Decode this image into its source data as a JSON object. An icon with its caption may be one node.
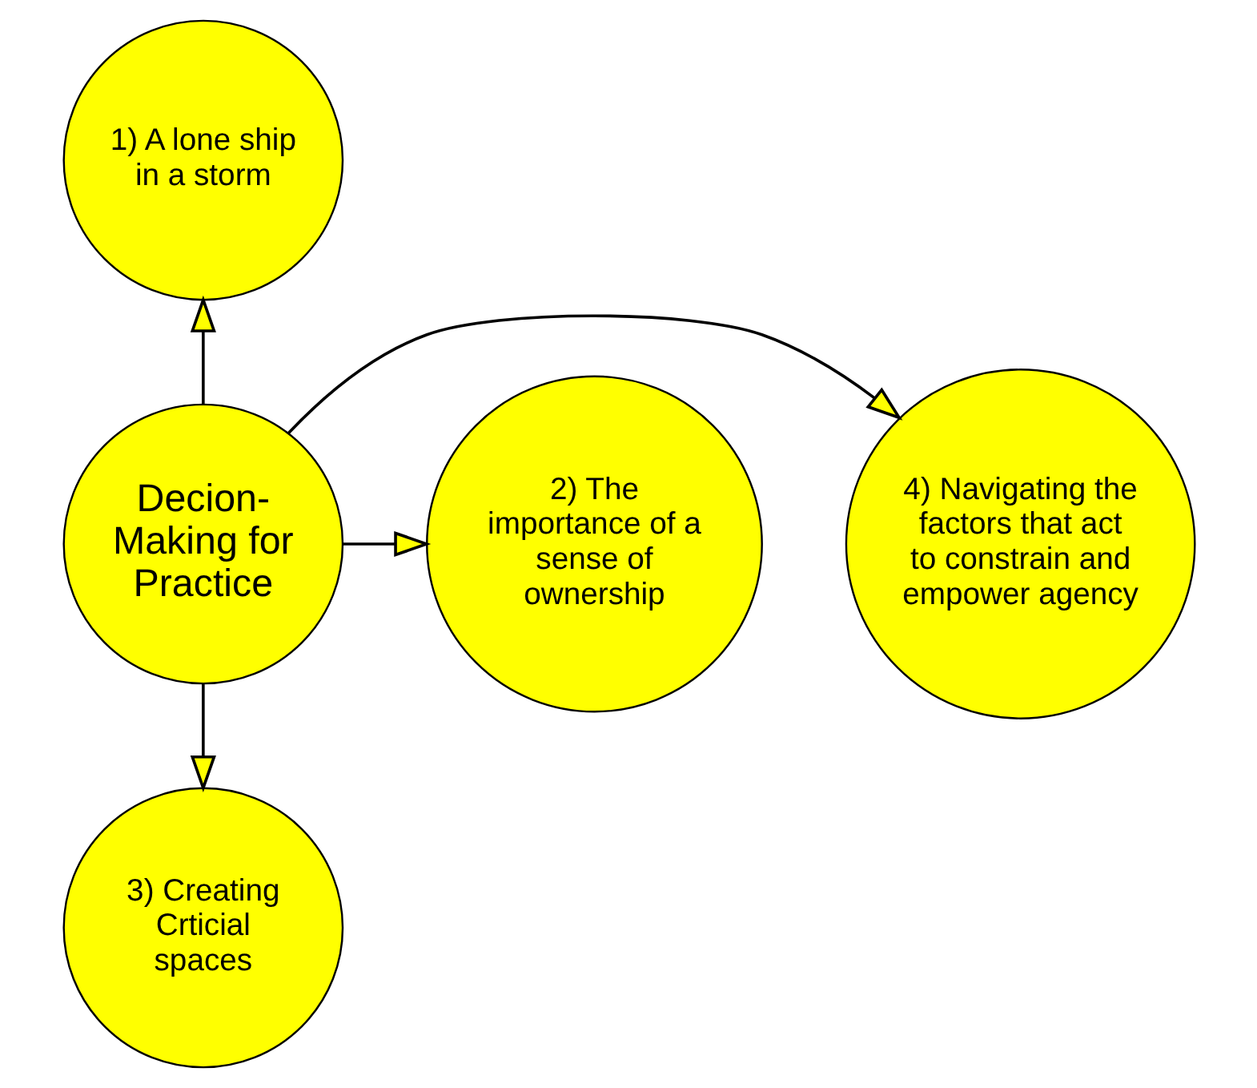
{
  "diagram": {
    "nodes": [
      {
        "text": [
          "1) A lone ship in a storm"
        ]
      },
      {
        "text": [
          "4) Navigating the factors that act to constrain and empower agency"
        ]
      },
      {
        "text": [
          "Decion-Making for Practice"
        ]
      },
      {
        "text": [
          "2) The importance of a sense of ownership"
        ]
      },
      {
        "text": [
          "3) Creating Crticial spaces"
        ]
      }
    ],
    "edges": [
      {
        "from": 2,
        "to": 0,
        "arrow": "to"
      },
      {
        "from": 2,
        "to": 3,
        "arrow": "to"
      },
      {
        "from": 2,
        "to": 4,
        "arrow": "to"
      },
      {
        "from": 2,
        "to": 1,
        "arrow": "to"
      }
    ]
  }
}
